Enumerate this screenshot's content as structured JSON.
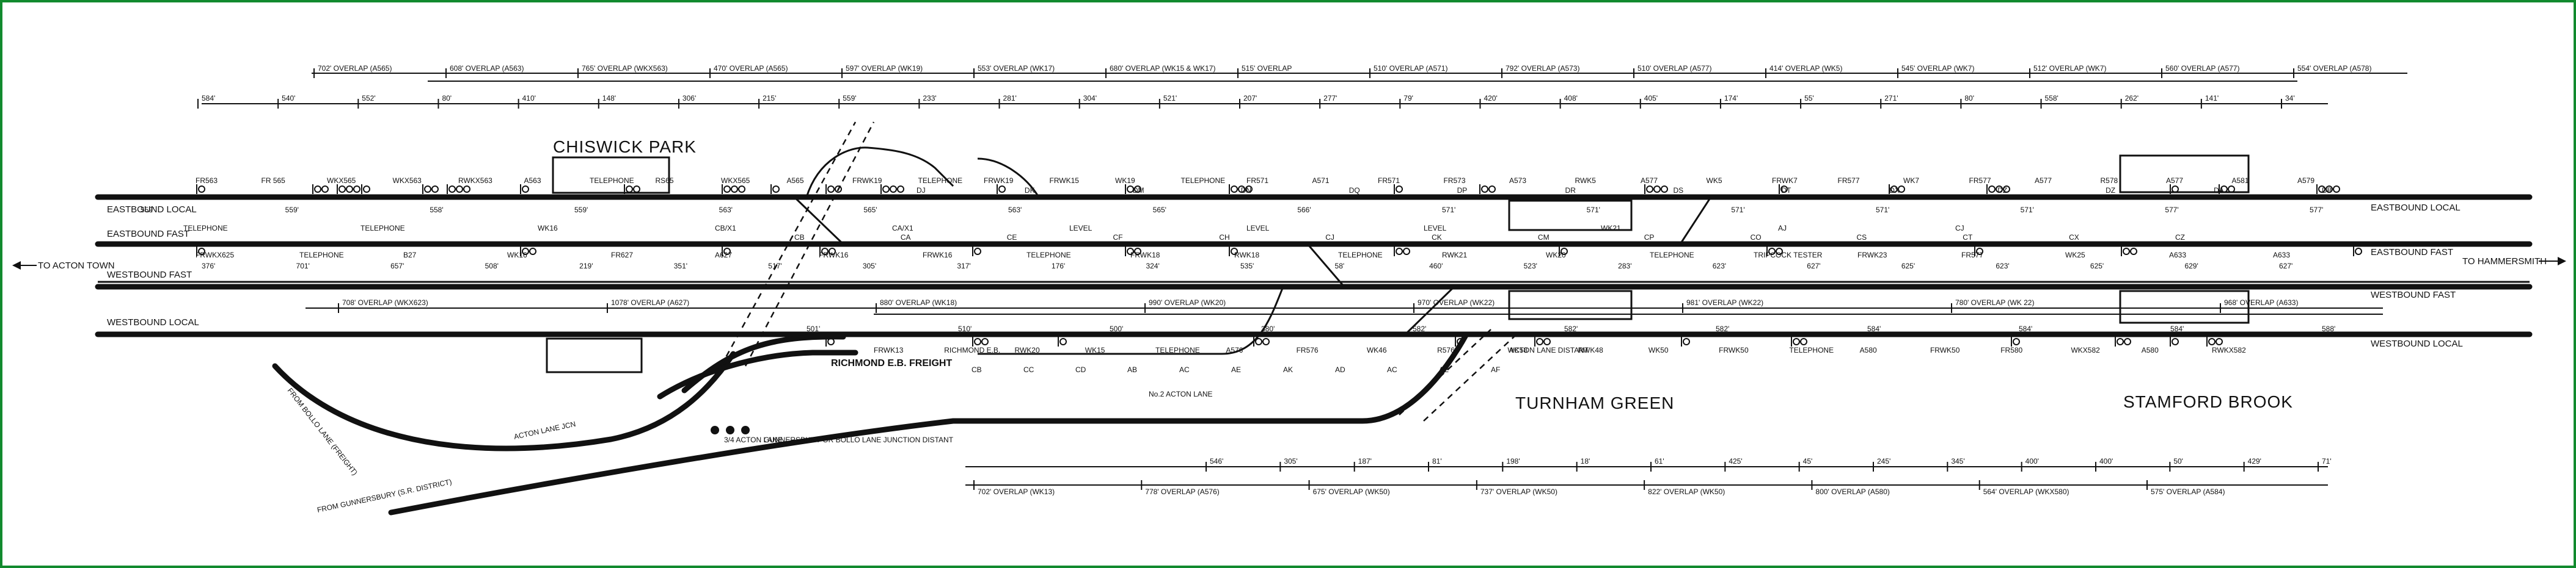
{
  "directions": {
    "west": "TO ACTON TOWN",
    "east": "TO HAMMERSMITH"
  },
  "tracks": {
    "eastbound_local": "EASTBOUND LOCAL",
    "eastbound_fast": "EASTBOUND FAST",
    "westbound_fast": "WESTBOUND FAST",
    "westbound_local": "WESTBOUND LOCAL"
  },
  "stations": {
    "chiswick_park": "CHISWICK PARK",
    "turnham_green": "TURNHAM GREEN",
    "stamford_brook": "STAMFORD BROOK"
  },
  "branch_lines": {
    "from_bollo_lane": "FROM BOLLO LANE (FREIGHT)",
    "from_gunnersbury": "FROM GUNNERSBURY (S.R. DISTRICT)",
    "acton_lane_jcn": "ACTON LANE JCN",
    "richmond_freight": "RICHMOND E.B. FREIGHT",
    "acton_lane_distant": "3/4 ACTON LANE",
    "gunnersbury_distant": "GUNNERSBURY OR BOLLO LANE JUNCTION DISTANT",
    "no2_acton_lane": "No.2 ACTON LANE",
    "acton_lane_distant_tg": "ACTON LANE DISTANT"
  },
  "top_overlaps": [
    "702' OVERLAP (A565)",
    "608' OVERLAP (A563)",
    "765' OVERLAP (WKX563)",
    "470' OVERLAP (A565)",
    "597' OVERLAP (WK19)",
    "553' OVERLAP (WK17)",
    "680' OVERLAP (WK15 & WK17)",
    "515' OVERLAP",
    "510' OVERLAP (A571)",
    "792' OVERLAP (A573)",
    "510' OVERLAP (A577)",
    "414' OVERLAP (WK5)",
    "545' OVERLAP (WK7)",
    "512' OVERLAP (WK7)",
    "560' OVERLAP (A577)",
    "554' OVERLAP (A578)"
  ],
  "top_distances": [
    "584'",
    "540'",
    "552'",
    "80'",
    "410'",
    "148'",
    "306'",
    "215'",
    "559'",
    "233'",
    "281'",
    "304'",
    "521'",
    "207'",
    "277'",
    "79'",
    "420'",
    "408'",
    "405'",
    "174'",
    "55'",
    "271'",
    "80'",
    "558'",
    "262'",
    "141'",
    "34'"
  ],
  "eb_local_signals": [
    "FR563",
    "FR 565",
    "WKX565",
    "WKX563",
    "RWKX563",
    "A563",
    "TELEPHONE",
    "RS65",
    "WKX565",
    "A565",
    "FRWK19",
    "TELEPHONE",
    "FRWK19",
    "FRWK15",
    "WK19",
    "TELEPHONE",
    "FR571",
    "A571",
    "FR571",
    "FR573",
    "A573",
    "RWK5",
    "A577",
    "WK5",
    "FRWK7",
    "FR577",
    "WK7",
    "FR577",
    "A577",
    "R578",
    "A577",
    "A581",
    "A579"
  ],
  "eb_local_distances": [
    "559'",
    "559'",
    "558'",
    "559'",
    "563'",
    "565'",
    "563'",
    "565'",
    "566'",
    "571'",
    "571'",
    "571'",
    "571'",
    "571'",
    "577'",
    "577'"
  ],
  "eb_local_track_codes": [
    "DJ",
    "DK",
    "DM",
    "DN",
    "DQ",
    "DP",
    "DR",
    "DS",
    "DT",
    "DX",
    "DZ",
    "DZ",
    "DA",
    "DB"
  ],
  "eb_fast_signals": [
    "FRWKX625",
    "TELEPHONE",
    "B27",
    "WK16",
    "FR627",
    "A627",
    "FRWK16",
    "FRWK16",
    "TELEPHONE",
    "FRWK18",
    "RWK18",
    "TELEPHONE",
    "RWK21",
    "WK20",
    "TELEPHONE",
    "TRIPCOCK TESTER",
    "FRWK23",
    "FR577",
    "WK25",
    "A633",
    "A633"
  ],
  "eb_fast_distances": [
    "376'",
    "701'",
    "657'",
    "508'",
    "219'",
    "351'",
    "517'",
    "305'",
    "317'",
    "176'",
    "324'",
    "535'",
    "58'",
    "460'",
    "523'",
    "283'",
    "623'",
    "627'",
    "625'",
    "623'",
    "625'",
    "629'",
    "627'"
  ],
  "eb_fast_codes": [
    "CB",
    "CA",
    "CE",
    "CF",
    "CH",
    "CJ",
    "CK",
    "CM",
    "CP",
    "CO",
    "CS",
    "CT",
    "CX",
    "CZ"
  ],
  "wb_fast_overlaps": [
    "708' OVERLAP (WKX623)",
    "1078' OVERLAP (A627)",
    "880' OVERLAP (WK18)",
    "990' OVERLAP (WK20)",
    "970' OVERLAP (WK22)",
    "981' OVERLAP (WK22)",
    "780' OVERLAP (WK 22)",
    "968' OVERLAP (A633)"
  ],
  "wb_local_signals": [
    "FRWK13",
    "RICHMOND E.B.",
    "RWK20",
    "WK15",
    "TELEPHONE",
    "A576",
    "FR576",
    "WK46",
    "R576",
    "WK58",
    "RWK48",
    "WK50",
    "FRWK50",
    "TELEPHONE",
    "A580",
    "FRWK50",
    "FR580",
    "WKX582",
    "A580",
    "RWKX582"
  ],
  "wb_local_distances": [
    "501'",
    "510'",
    "500'",
    "380'",
    "582'",
    "582'",
    "582'",
    "584'",
    "584'",
    "584'",
    "588'"
  ],
  "wb_local_codes": [
    "CB",
    "CC",
    "CD",
    "AB",
    "AC",
    "AE",
    "AK",
    "AD",
    "AC",
    "AE",
    "AF"
  ],
  "bottom_overlaps": [
    "702' OVERLAP (WK13)",
    "778' OVERLAP (A576)",
    "675' OVERLAP (WK50)",
    "737' OVERLAP (WK50)",
    "822' OVERLAP (WK50)",
    "800' OVERLAP (A580)",
    "564' OVERLAP (WKX580)",
    "575' OVERLAP (A584)"
  ],
  "bottom_distances": [
    "546'",
    "305'",
    "187'",
    "81'",
    "198'",
    "18'",
    "61'",
    "425'",
    "45'",
    "245'",
    "345'",
    "400'",
    "400'",
    "50'",
    "429'",
    "71'"
  ],
  "misc_labels": [
    "TELEPHONE",
    "TELEPHONE",
    "WK16",
    "CB/X1",
    "CA/X1",
    "LEVEL",
    "LEVEL",
    "LEVEL",
    "WK21",
    "AJ",
    "CJ"
  ]
}
